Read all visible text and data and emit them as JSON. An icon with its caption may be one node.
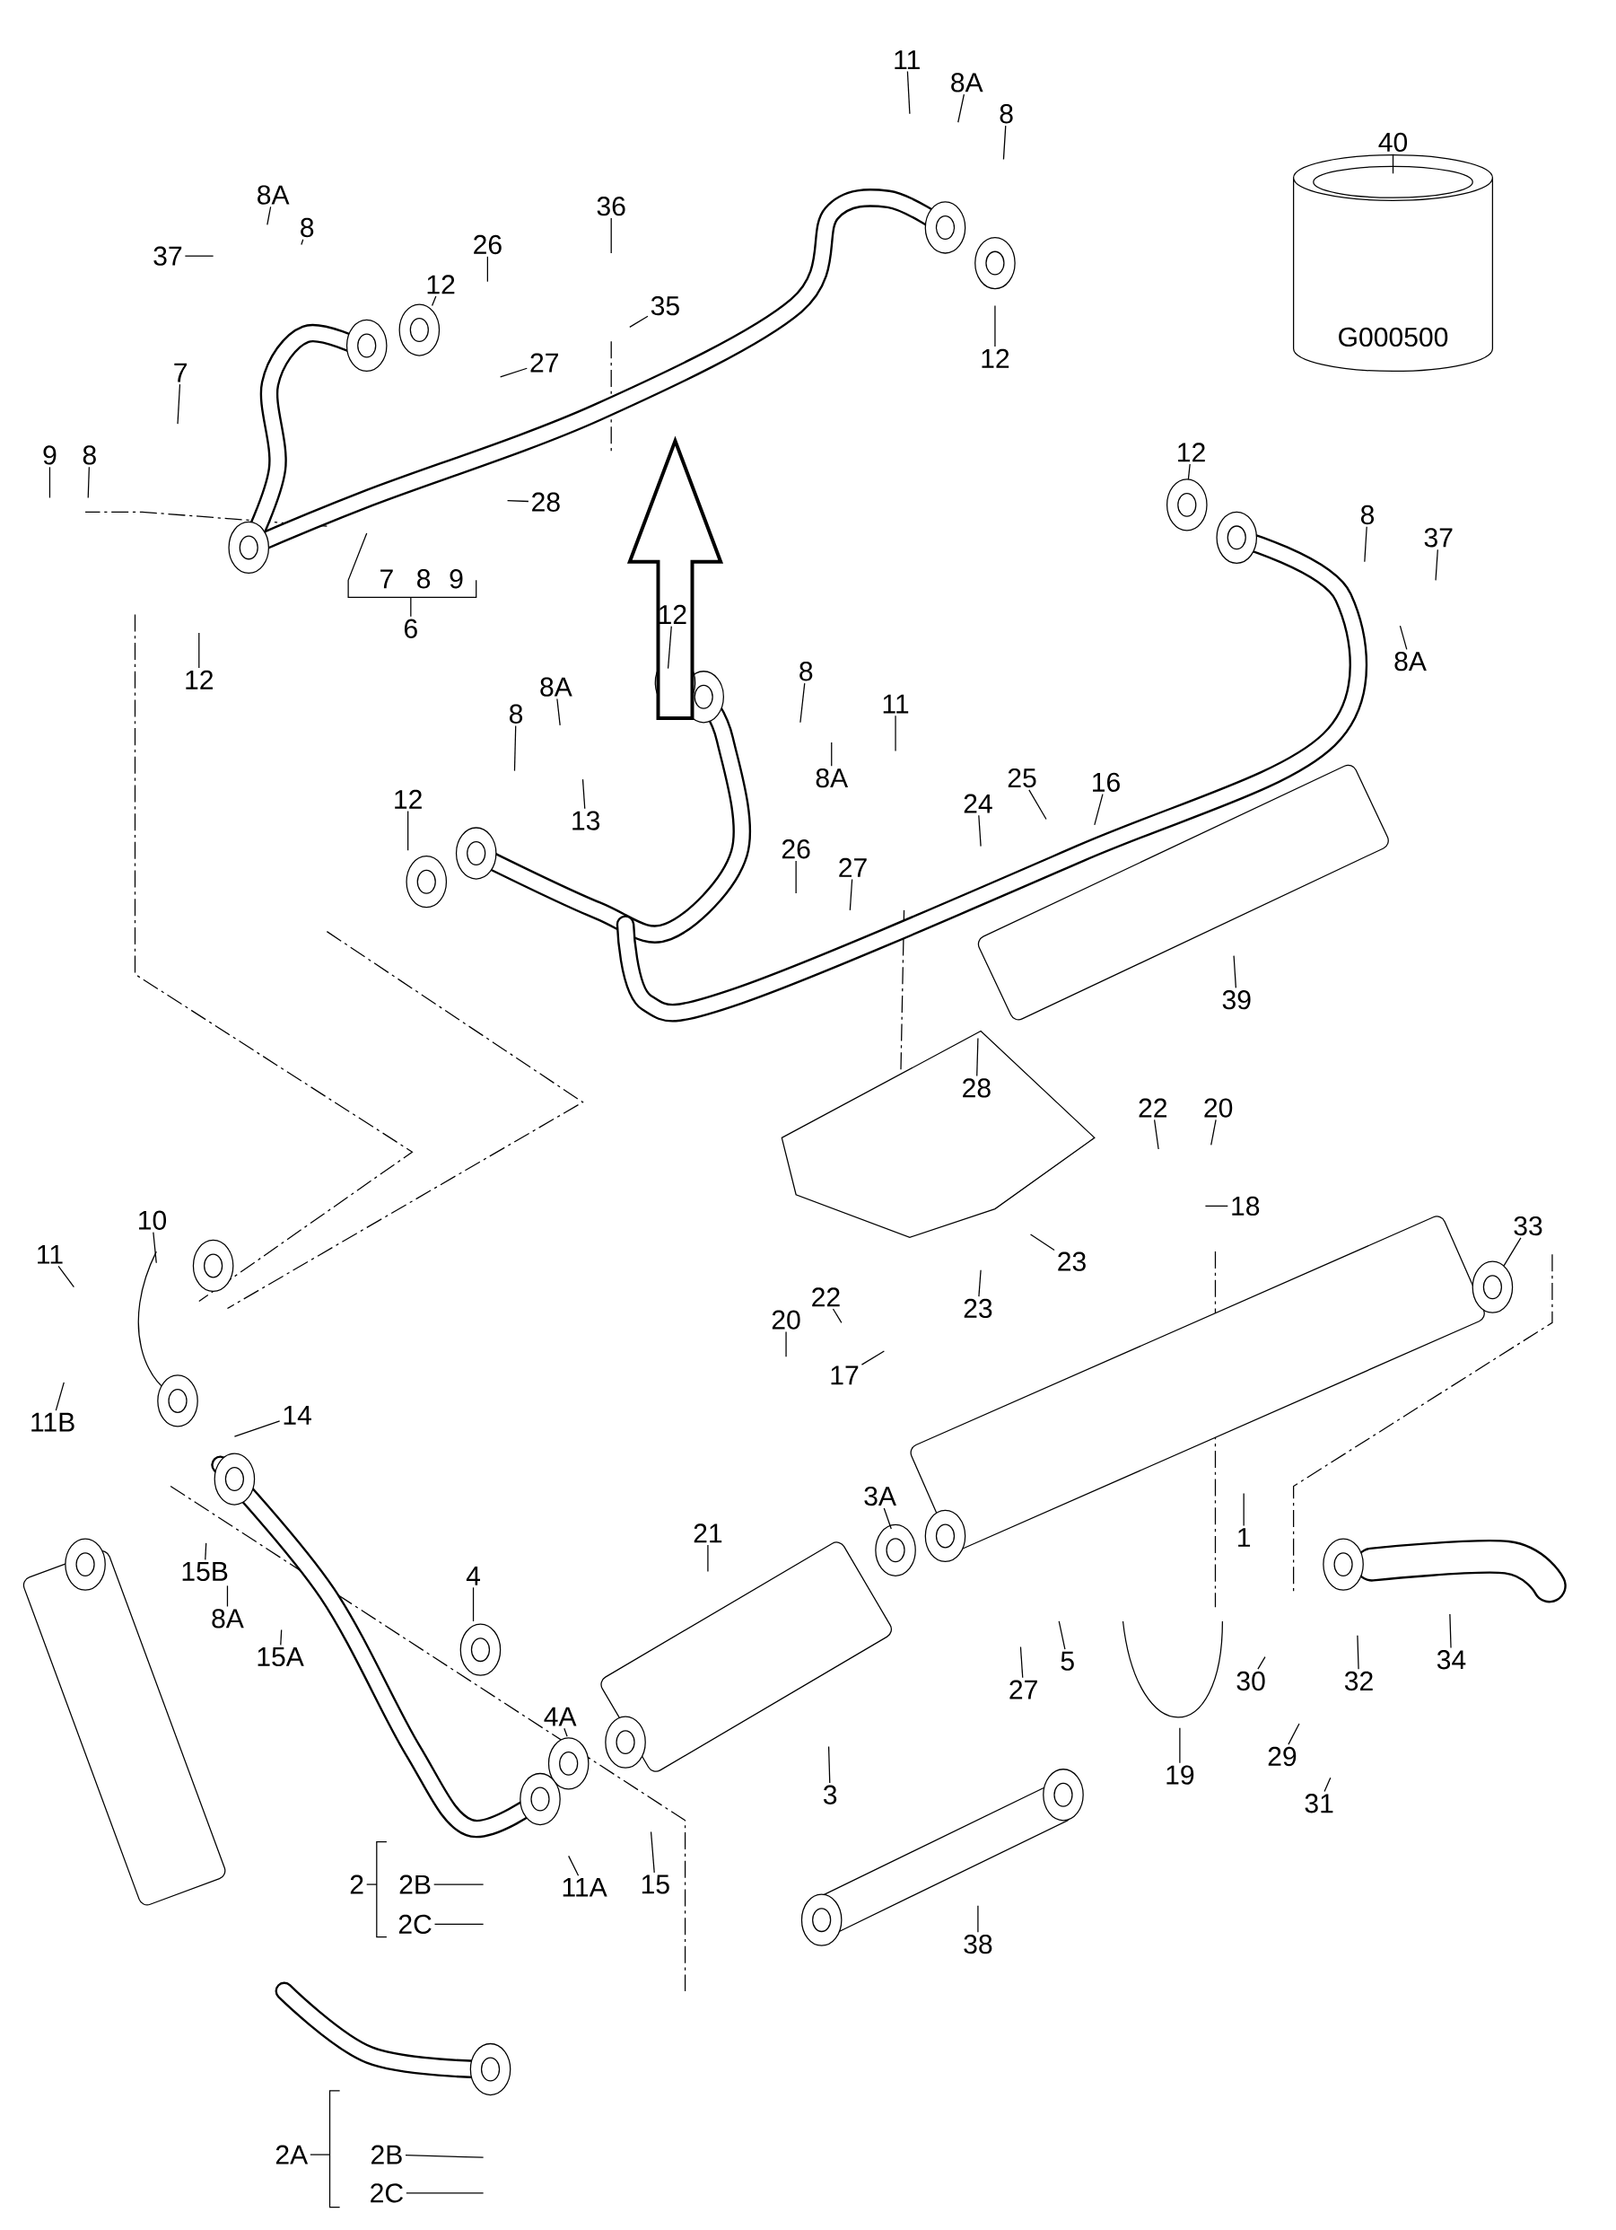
{
  "diagram": {
    "nodes": [
      {
        "text": [
          "11"
        ]
      },
      {
        "text": [
          "8A"
        ]
      },
      {
        "text": [
          "8"
        ]
      },
      {
        "text": [
          "40"
        ]
      },
      {
        "text": [
          "37"
        ]
      },
      {
        "text": [
          "8A"
        ]
      },
      {
        "text": [
          "8"
        ]
      },
      {
        "text": [
          "26"
        ]
      },
      {
        "text": [
          "36"
        ]
      },
      {
        "text": [
          "35"
        ]
      },
      {
        "text": [
          "12"
        ]
      },
      {
        "text": [
          "27"
        ]
      },
      {
        "text": [
          "12"
        ]
      },
      {
        "text": [
          "7"
        ]
      },
      {
        "text": [
          "9"
        ]
      },
      {
        "text": [
          "8"
        ]
      },
      {
        "text": [
          "28"
        ]
      },
      {
        "text": [
          "6"
        ]
      },
      {
        "text": [
          "12"
        ]
      },
      {
        "text": [
          "12"
        ]
      },
      {
        "text": [
          "8"
        ]
      },
      {
        "text": [
          "37"
        ]
      },
      {
        "text": [
          "8A"
        ]
      },
      {
        "text": [
          "12"
        ]
      },
      {
        "text": [
          "8"
        ]
      },
      {
        "text": [
          "11"
        ]
      },
      {
        "text": [
          "8A"
        ]
      },
      {
        "text": [
          "8"
        ]
      },
      {
        "text": [
          "13"
        ]
      },
      {
        "text": [
          "8A"
        ]
      },
      {
        "text": [
          "12"
        ]
      },
      {
        "text": [
          "24"
        ]
      },
      {
        "text": [
          "25"
        ]
      },
      {
        "text": [
          "16"
        ]
      },
      {
        "text": [
          "26"
        ]
      },
      {
        "text": [
          "27"
        ]
      },
      {
        "text": [
          "39"
        ]
      },
      {
        "text": [
          "28"
        ]
      },
      {
        "text": [
          "20"
        ]
      },
      {
        "text": [
          "22"
        ]
      },
      {
        "text": [
          "18"
        ]
      },
      {
        "text": [
          "23"
        ]
      },
      {
        "text": [
          "23"
        ]
      },
      {
        "text": [
          "33"
        ]
      },
      {
        "text": [
          "10"
        ]
      },
      {
        "text": [
          "11"
        ]
      },
      {
        "text": [
          "11B"
        ]
      },
      {
        "text": [
          "14"
        ]
      },
      {
        "text": [
          "1"
        ]
      },
      {
        "text": [
          "3A"
        ]
      },
      {
        "text": [
          "21"
        ]
      },
      {
        "text": [
          "4"
        ]
      },
      {
        "text": [
          "15B"
        ]
      },
      {
        "text": [
          "8A"
        ]
      },
      {
        "text": [
          "15A"
        ]
      },
      {
        "text": [
          "4A"
        ]
      },
      {
        "text": [
          "27"
        ]
      },
      {
        "text": [
          "5"
        ]
      },
      {
        "text": [
          "32"
        ]
      },
      {
        "text": [
          "34"
        ]
      },
      {
        "text": [
          "3"
        ]
      },
      {
        "text": [
          "19"
        ]
      },
      {
        "text": [
          "30"
        ]
      },
      {
        "text": [
          "29"
        ]
      },
      {
        "text": [
          "31"
        ]
      },
      {
        "text": [
          "15"
        ]
      },
      {
        "text": [
          "11A"
        ]
      },
      {
        "text": [
          "2"
        ]
      },
      {
        "text": [
          "2B"
        ]
      },
      {
        "text": [
          "2C"
        ]
      },
      {
        "text": [
          "38"
        ]
      },
      {
        "text": [
          "17"
        ]
      },
      {
        "text": [
          "20"
        ]
      },
      {
        "text": [
          "22"
        ]
      },
      {
        "text": [
          "2A"
        ]
      },
      {
        "text": [
          "2B"
        ]
      },
      {
        "text": [
          "2C"
        ]
      }
    ],
    "edges": [
      {
        "from": 0,
        "to": null,
        "arrow": "none"
      },
      {
        "from": 1,
        "to": null,
        "arrow": "none"
      },
      {
        "from": 2,
        "to": null,
        "arrow": "none"
      },
      {
        "from": 3,
        "to": null,
        "arrow": "none"
      },
      {
        "from": 4,
        "to": null,
        "arrow": "none"
      },
      {
        "from": 5,
        "to": null,
        "arrow": "none"
      },
      {
        "from": 6,
        "to": null,
        "arrow": "none"
      },
      {
        "from": 7,
        "to": null,
        "arrow": "none"
      },
      {
        "from": 8,
        "to": null,
        "arrow": "none"
      },
      {
        "from": 9,
        "to": null,
        "arrow": "none"
      },
      {
        "from": 10,
        "to": null,
        "arrow": "none"
      },
      {
        "from": 11,
        "to": null,
        "arrow": "none"
      },
      {
        "from": 12,
        "to": null,
        "arrow": "none"
      },
      {
        "from": 13,
        "to": null,
        "arrow": "none"
      },
      {
        "from": 14,
        "to": null,
        "arrow": "none"
      },
      {
        "from": 15,
        "to": null,
        "arrow": "none"
      },
      {
        "from": 16,
        "to": null,
        "arrow": "none"
      },
      {
        "from": 17,
        "to": null,
        "arrow": "none"
      },
      {
        "from": 18,
        "to": null,
        "arrow": "none"
      },
      {
        "from": 19,
        "to": null,
        "arrow": "none"
      },
      {
        "from": 20,
        "to": null,
        "arrow": "none"
      },
      {
        "from": 21,
        "to": null,
        "arrow": "none"
      },
      {
        "from": 22,
        "to": null,
        "arrow": "none"
      },
      {
        "from": 23,
        "to": null,
        "arrow": "none"
      },
      {
        "from": 24,
        "to": null,
        "arrow": "none"
      },
      {
        "from": 25,
        "to": null,
        "arrow": "none"
      },
      {
        "from": 26,
        "to": null,
        "arrow": "none"
      },
      {
        "from": 27,
        "to": null,
        "arrow": "none"
      },
      {
        "from": 28,
        "to": null,
        "arrow": "none"
      },
      {
        "from": 29,
        "to": null,
        "arrow": "none"
      },
      {
        "from": 30,
        "to": null,
        "arrow": "none"
      },
      {
        "from": 31,
        "to": null,
        "arrow": "none"
      },
      {
        "from": 32,
        "to": null,
        "arrow": "none"
      },
      {
        "from": 33,
        "to": null,
        "arrow": "none"
      },
      {
        "from": 34,
        "to": null,
        "arrow": "none"
      },
      {
        "from": 35,
        "to": null,
        "arrow": "none"
      },
      {
        "from": 36,
        "to": null,
        "arrow": "none"
      },
      {
        "from": 37,
        "to": null,
        "arrow": "none"
      },
      {
        "from": 38,
        "to": null,
        "arrow": "none"
      },
      {
        "from": 39,
        "to": null,
        "arrow": "none"
      },
      {
        "from": 40,
        "to": null,
        "arrow": "none"
      },
      {
        "from": 41,
        "to": null,
        "arrow": "none"
      },
      {
        "from": 42,
        "to": null,
        "arrow": "none"
      },
      {
        "from": 43,
        "to": null,
        "arrow": "none"
      },
      {
        "from": 44,
        "to": null,
        "arrow": "none"
      },
      {
        "from": 45,
        "to": null,
        "arrow": "none"
      },
      {
        "from": 46,
        "to": null,
        "arrow": "none"
      },
      {
        "from": 47,
        "to": null,
        "arrow": "none"
      },
      {
        "from": 48,
        "to": null,
        "arrow": "none"
      },
      {
        "from": 49,
        "to": null,
        "arrow": "none"
      },
      {
        "from": 50,
        "to": null,
        "arrow": "none"
      },
      {
        "from": 51,
        "to": null,
        "arrow": "none"
      },
      {
        "from": 52,
        "to": null,
        "arrow": "none"
      },
      {
        "from": 53,
        "to": null,
        "arrow": "none"
      },
      {
        "from": 54,
        "to": null,
        "arrow": "none"
      },
      {
        "from": 55,
        "to": null,
        "arrow": "none"
      },
      {
        "from": 56,
        "to": null,
        "arrow": "none"
      },
      {
        "from": 57,
        "to": null,
        "arrow": "none"
      },
      {
        "from": 58,
        "to": null,
        "arrow": "none"
      },
      {
        "from": 59,
        "to": null,
        "arrow": "none"
      },
      {
        "from": 60,
        "to": null,
        "arrow": "none"
      },
      {
        "from": 61,
        "to": null,
        "arrow": "none"
      },
      {
        "from": 62,
        "to": null,
        "arrow": "none"
      },
      {
        "from": 63,
        "to": null,
        "arrow": "none"
      },
      {
        "from": 64,
        "to": null,
        "arrow": "none"
      },
      {
        "from": 65,
        "to": null,
        "arrow": "none"
      },
      {
        "from": 66,
        "to": null,
        "arrow": "none"
      },
      {
        "from": 67,
        "to": null,
        "arrow": "none"
      },
      {
        "from": 68,
        "to": null,
        "arrow": "none"
      },
      {
        "from": 69,
        "to": null,
        "arrow": "none"
      },
      {
        "from": 70,
        "to": null,
        "arrow": "none"
      },
      {
        "from": 71,
        "to": null,
        "arrow": "none"
      },
      {
        "from": 72,
        "to": null,
        "arrow": "none"
      },
      {
        "from": 73,
        "to": null,
        "arrow": "none"
      },
      {
        "from": 74,
        "to": null,
        "arrow": "none"
      },
      {
        "from": 75,
        "to": null,
        "arrow": "none"
      },
      {
        "from": 76,
        "to": null,
        "arrow": "none"
      }
    ],
    "labels": [
      "7",
      "8",
      "9",
      "G000500"
    ]
  }
}
